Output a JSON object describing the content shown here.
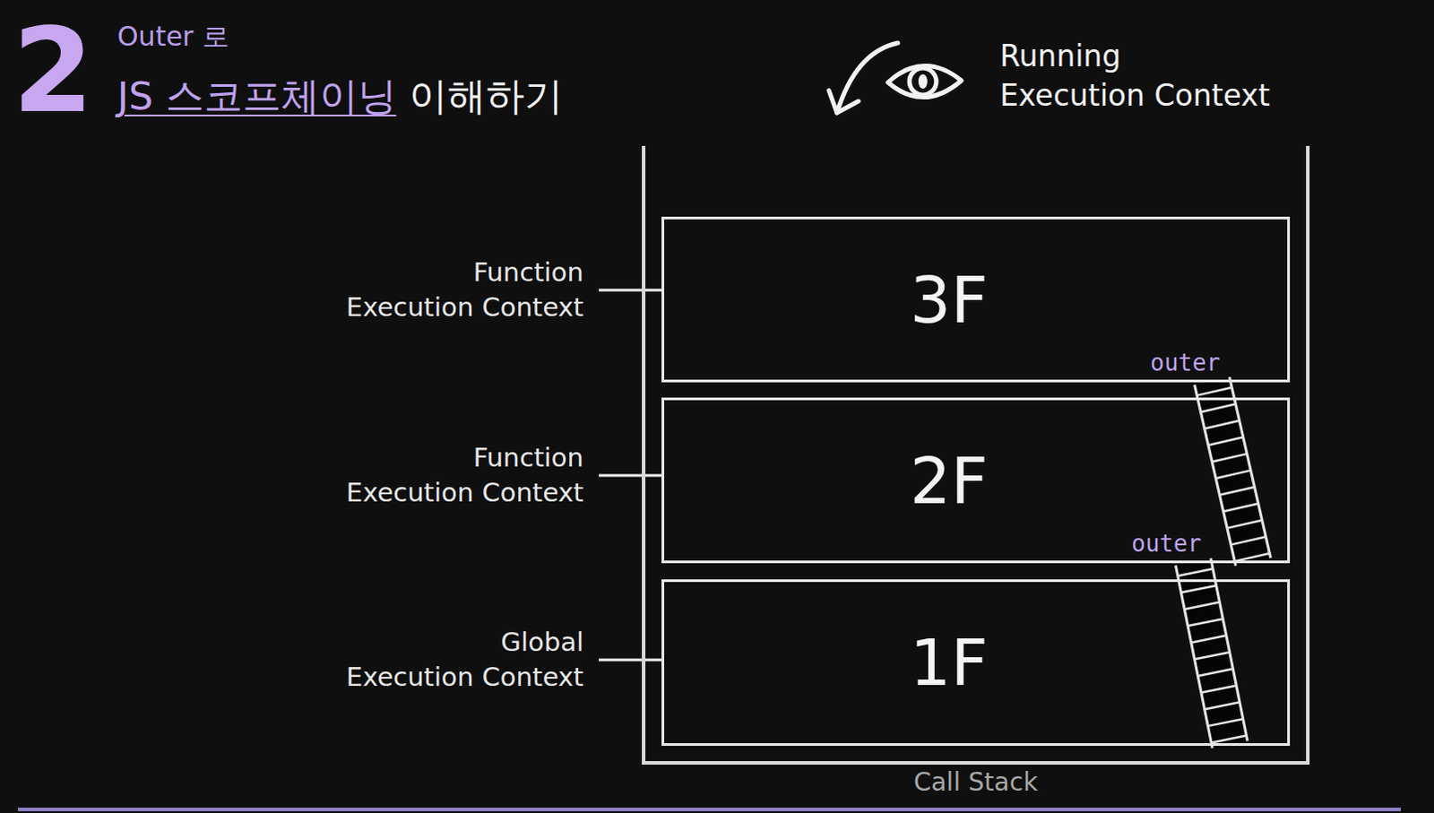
{
  "diagram": {
    "nodes": [
      {
        "text": [
          "Call Stack"
        ]
      },
      {
        "text": [
          "3F"
        ],
        "in": 0
      },
      {
        "text": [
          "2F"
        ],
        "in": 0
      },
      {
        "text": [
          "1F"
        ],
        "in": 0
      }
    ],
    "edges": [
      {
        "from": 1,
        "to": 2,
        "arrow": "none",
        "label": "outer"
      },
      {
        "from": 2,
        "to": 3,
        "arrow": "none",
        "label": "outer"
      }
    ],
    "labels": [
      "2",
      "Outer 로",
      "JS 스코프체이닝",
      "이해하기",
      "Running Execution Context",
      "Function Execution Context",
      "Function Execution Context",
      "Global Execution Context"
    ]
  }
}
